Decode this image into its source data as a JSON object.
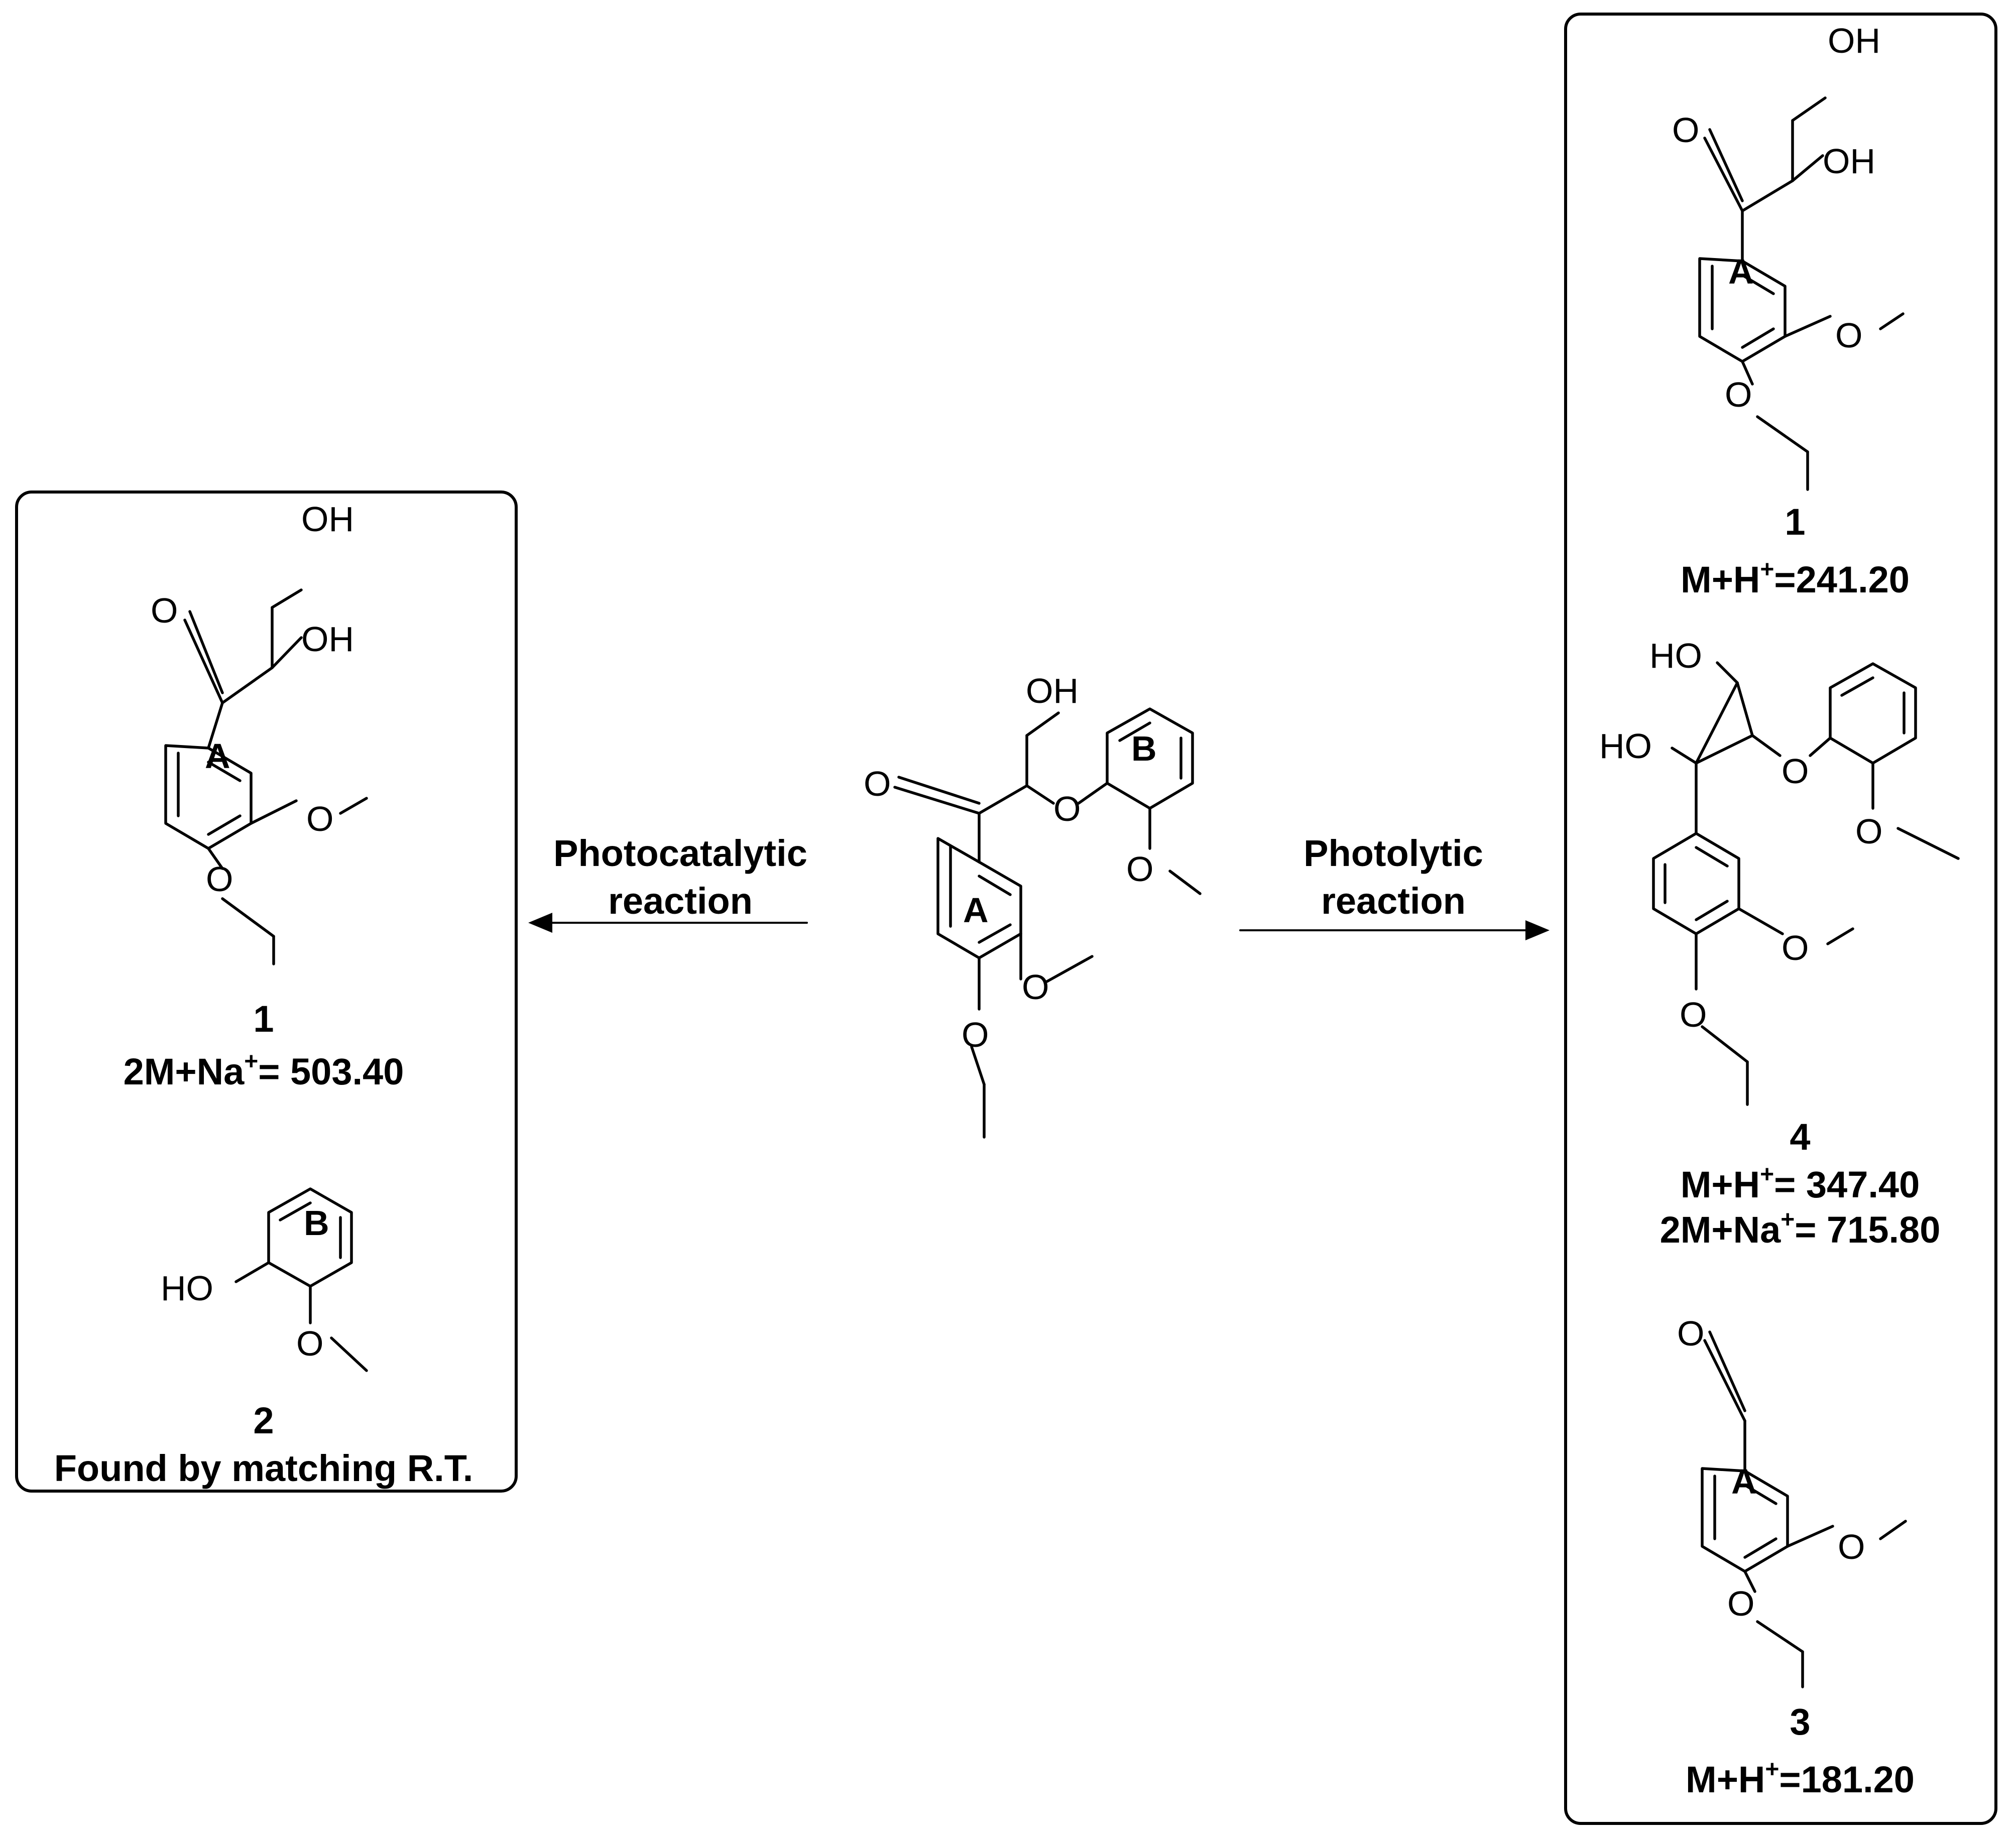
{
  "reactions": {
    "photocatalytic": {
      "line1": "Photocatalytic",
      "line2": "reaction"
    },
    "photolytic": {
      "line1": "Photolytic",
      "line2": "reaction"
    }
  },
  "atoms": {
    "oh": "OH",
    "ho": "HO",
    "o": "O"
  },
  "rings": {
    "a": "A",
    "b": "B"
  },
  "left_panel": {
    "compound_1": {
      "number": "1",
      "mass_prefix": "2M+Na",
      "mass_sup": "+",
      "mass_value": "= 503.40"
    },
    "compound_2": {
      "number": "2",
      "note": "Found by matching R.T."
    }
  },
  "right_panel": {
    "compound_1": {
      "number": "1",
      "mass_prefix": "M+H",
      "mass_sup": "+",
      "mass_value": "=241.20"
    },
    "compound_4": {
      "number": "4",
      "mass1_prefix": "M+H",
      "mass1_sup": "+",
      "mass1_value": "= 347.40",
      "mass2_prefix": "2M+Na",
      "mass2_sup": "+",
      "mass2_value": "= 715.80"
    },
    "compound_3": {
      "number": "3",
      "mass_prefix": "M+H",
      "mass_sup": "+",
      "mass_value": "=181.20"
    }
  }
}
